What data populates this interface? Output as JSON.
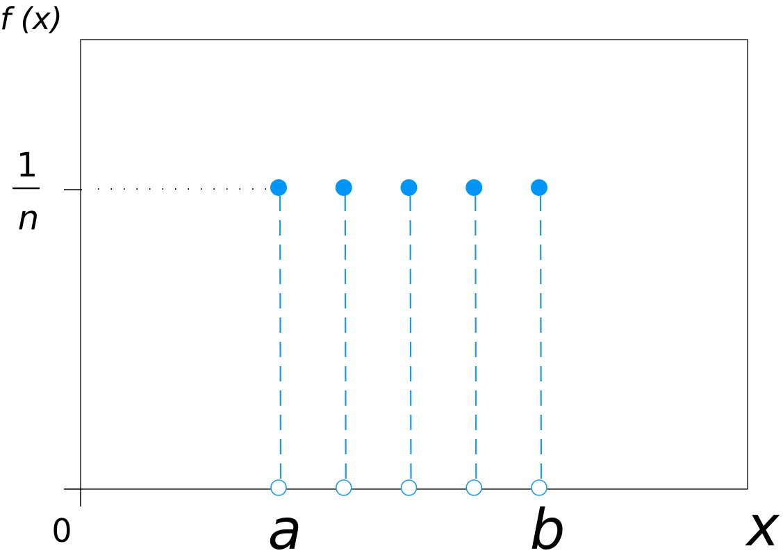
{
  "chart_data": {
    "type": "scatter",
    "ylabel": "f (x)",
    "xlabel": "x",
    "x_tick_labels": {
      "origin": "0",
      "start": "a",
      "end": "b"
    },
    "y_tick_label": {
      "numerator": "1",
      "denominator": "n"
    },
    "points": [
      {
        "x": 1,
        "y": 1
      },
      {
        "x": 2,
        "y": 1
      },
      {
        "x": 3,
        "y": 1
      },
      {
        "x": 4,
        "y": 1
      },
      {
        "x": 5,
        "y": 1
      }
    ],
    "xlim": [
      -2,
      8
    ],
    "ylim": [
      0,
      1.5
    ],
    "grid": false,
    "colors": {
      "marker": "#0095f6",
      "stem": "#1a9ae0",
      "axis": "#000000",
      "guide": "#000000"
    }
  }
}
